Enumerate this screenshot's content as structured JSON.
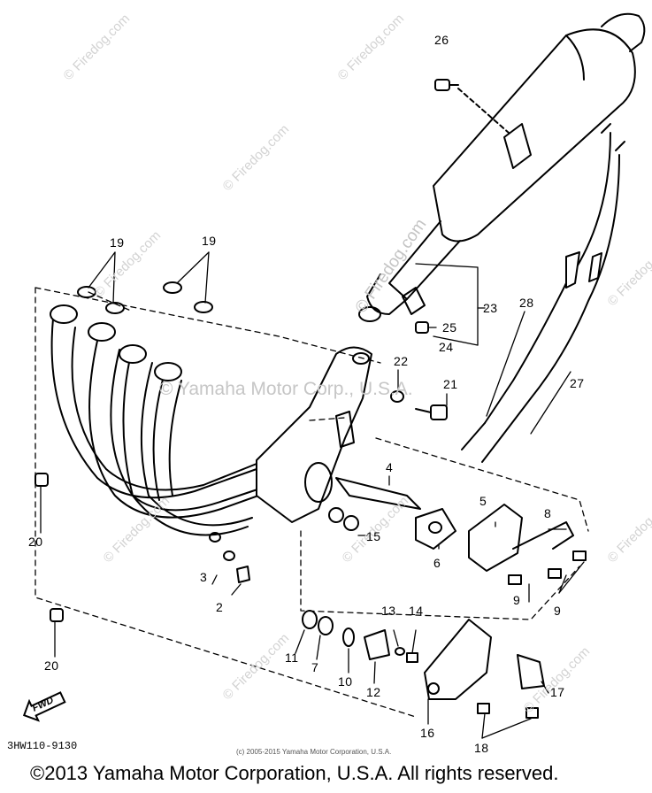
{
  "callouts": {
    "c26": "26",
    "c19a": "19",
    "c19b": "19",
    "c23": "23",
    "c25": "25",
    "c24": "24",
    "c28": "28",
    "c27": "27",
    "c22": "22",
    "c21": "21",
    "c4": "4",
    "c15": "15",
    "c6": "6",
    "c5": "5",
    "c8": "8",
    "c9a": "9",
    "c9b": "9",
    "c3": "3",
    "c2": "2",
    "c20a": "20",
    "c20b": "20",
    "c13": "13",
    "c14": "14",
    "c11": "11",
    "c7": "7",
    "c10": "10",
    "c12": "12",
    "c16": "16",
    "c17": "17",
    "c18": "18"
  },
  "watermarks": {
    "w1": "© Firedog.com",
    "w2": "© Firedog.com",
    "w3": "© Firedog.com",
    "w4": "© Firedog.com",
    "w5": "© Firedog.com",
    "w6": "© Firedog.com",
    "w7": "© Firedog.com",
    "w8": "© Firedog.com",
    "w9": "© Firedog.com",
    "w10": "© Firedog.com",
    "center_rot": "© Firedog.com",
    "center_text": "© Yamaha Motor Corp., U.S.A."
  },
  "fwd_label": "FWD",
  "part_code": "3HW110-9130",
  "small_copyright": "(c) 2005-2015 Yamaha Motor Corporation, U.S.A.",
  "main_copyright": "©2013 Yamaha Motor Corporation, U.S.A. All rights reserved."
}
